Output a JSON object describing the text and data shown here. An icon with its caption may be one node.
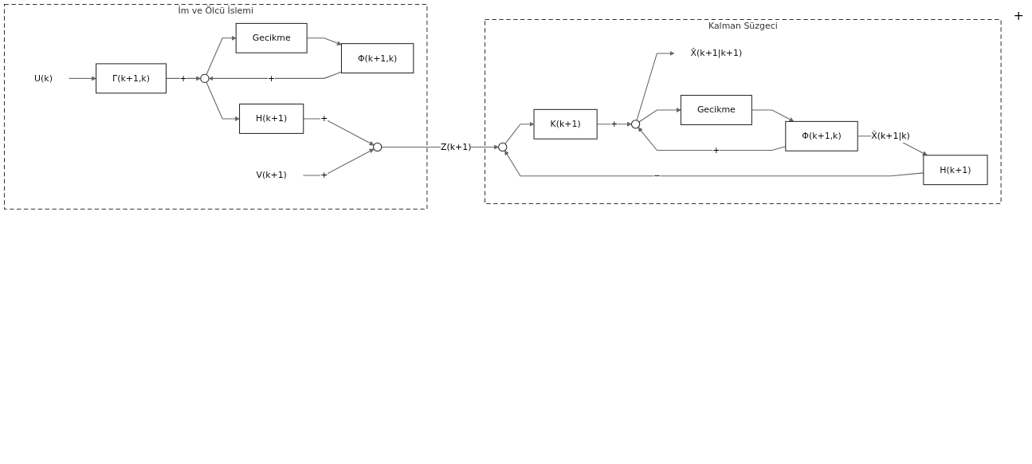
{
  "diagram": {
    "nodes": [
      {
        "text": [
          "İm ve Ölcü İslemi"
        ]
      },
      {
        "text": [
          "U(k)"
        ],
        "in": 0
      },
      {
        "text": [
          "Γ(k+1,k)"
        ],
        "in": 0
      },
      {
        "text": [],
        "shape": "circle",
        "in": 0
      },
      {
        "text": [
          "H(k+1)"
        ],
        "in": 0
      },
      {
        "text": [
          "Gecikme"
        ],
        "in": 0
      },
      {
        "text": [
          "Φ(k+1,k)"
        ],
        "in": 0
      },
      {
        "text": [
          "V(k+1)"
        ],
        "in": 0
      },
      {
        "text": [],
        "shape": "circle",
        "in": 0
      },
      {
        "text": [
          "Kalman Süzgeci"
        ]
      },
      {
        "text": [],
        "shape": "circle",
        "in": 9
      },
      {
        "text": [
          "K(k+1)"
        ],
        "in": 9
      },
      {
        "text": [],
        "shape": "circle",
        "in": 9
      },
      {
        "text": [
          "X̂(k+1|k+1)"
        ],
        "in": 9
      },
      {
        "text": [
          "Gecikme"
        ],
        "in": 9
      },
      {
        "text": [
          "Φ(k+1,k)"
        ],
        "in": 9
      },
      {
        "text": [
          "H(k+1)"
        ],
        "in": 9
      }
    ],
    "edges": [
      {
        "from": 1,
        "to": 2,
        "arrow": "to"
      },
      {
        "from": 2,
        "to": 3,
        "arrow": "to",
        "label": "+"
      },
      {
        "from": 3,
        "to": 4,
        "arrow": "to"
      },
      {
        "from": 3,
        "to": 5,
        "arrow": "to"
      },
      {
        "from": 5,
        "to": 6,
        "arrow": "to"
      },
      {
        "from": 6,
        "to": 3,
        "arrow": "to",
        "label": "+"
      },
      {
        "from": 4,
        "to": 8,
        "arrow": "to",
        "label": "+"
      },
      {
        "from": 7,
        "to": 8,
        "arrow": "to",
        "label": "+"
      },
      {
        "from": 8,
        "to": 10,
        "arrow": "to",
        "label": "Z(k+1)"
      },
      {
        "from": 10,
        "to": 11,
        "arrow": "to"
      },
      {
        "from": 11,
        "to": 12,
        "arrow": "to",
        "label": "+"
      },
      {
        "from": 12,
        "to": 13,
        "arrow": "to"
      },
      {
        "from": 12,
        "to": 14,
        "arrow": "to"
      },
      {
        "from": 14,
        "to": 15,
        "arrow": "to"
      },
      {
        "from": 15,
        "to": 16,
        "arrow": "to",
        "label": "X̆(k+1|k)"
      },
      {
        "from": 15,
        "to": 12,
        "arrow": "to",
        "label": "+"
      },
      {
        "from": 16,
        "to": 10,
        "arrow": "to",
        "label": "−"
      }
    ],
    "labels": [
      "+"
    ]
  }
}
